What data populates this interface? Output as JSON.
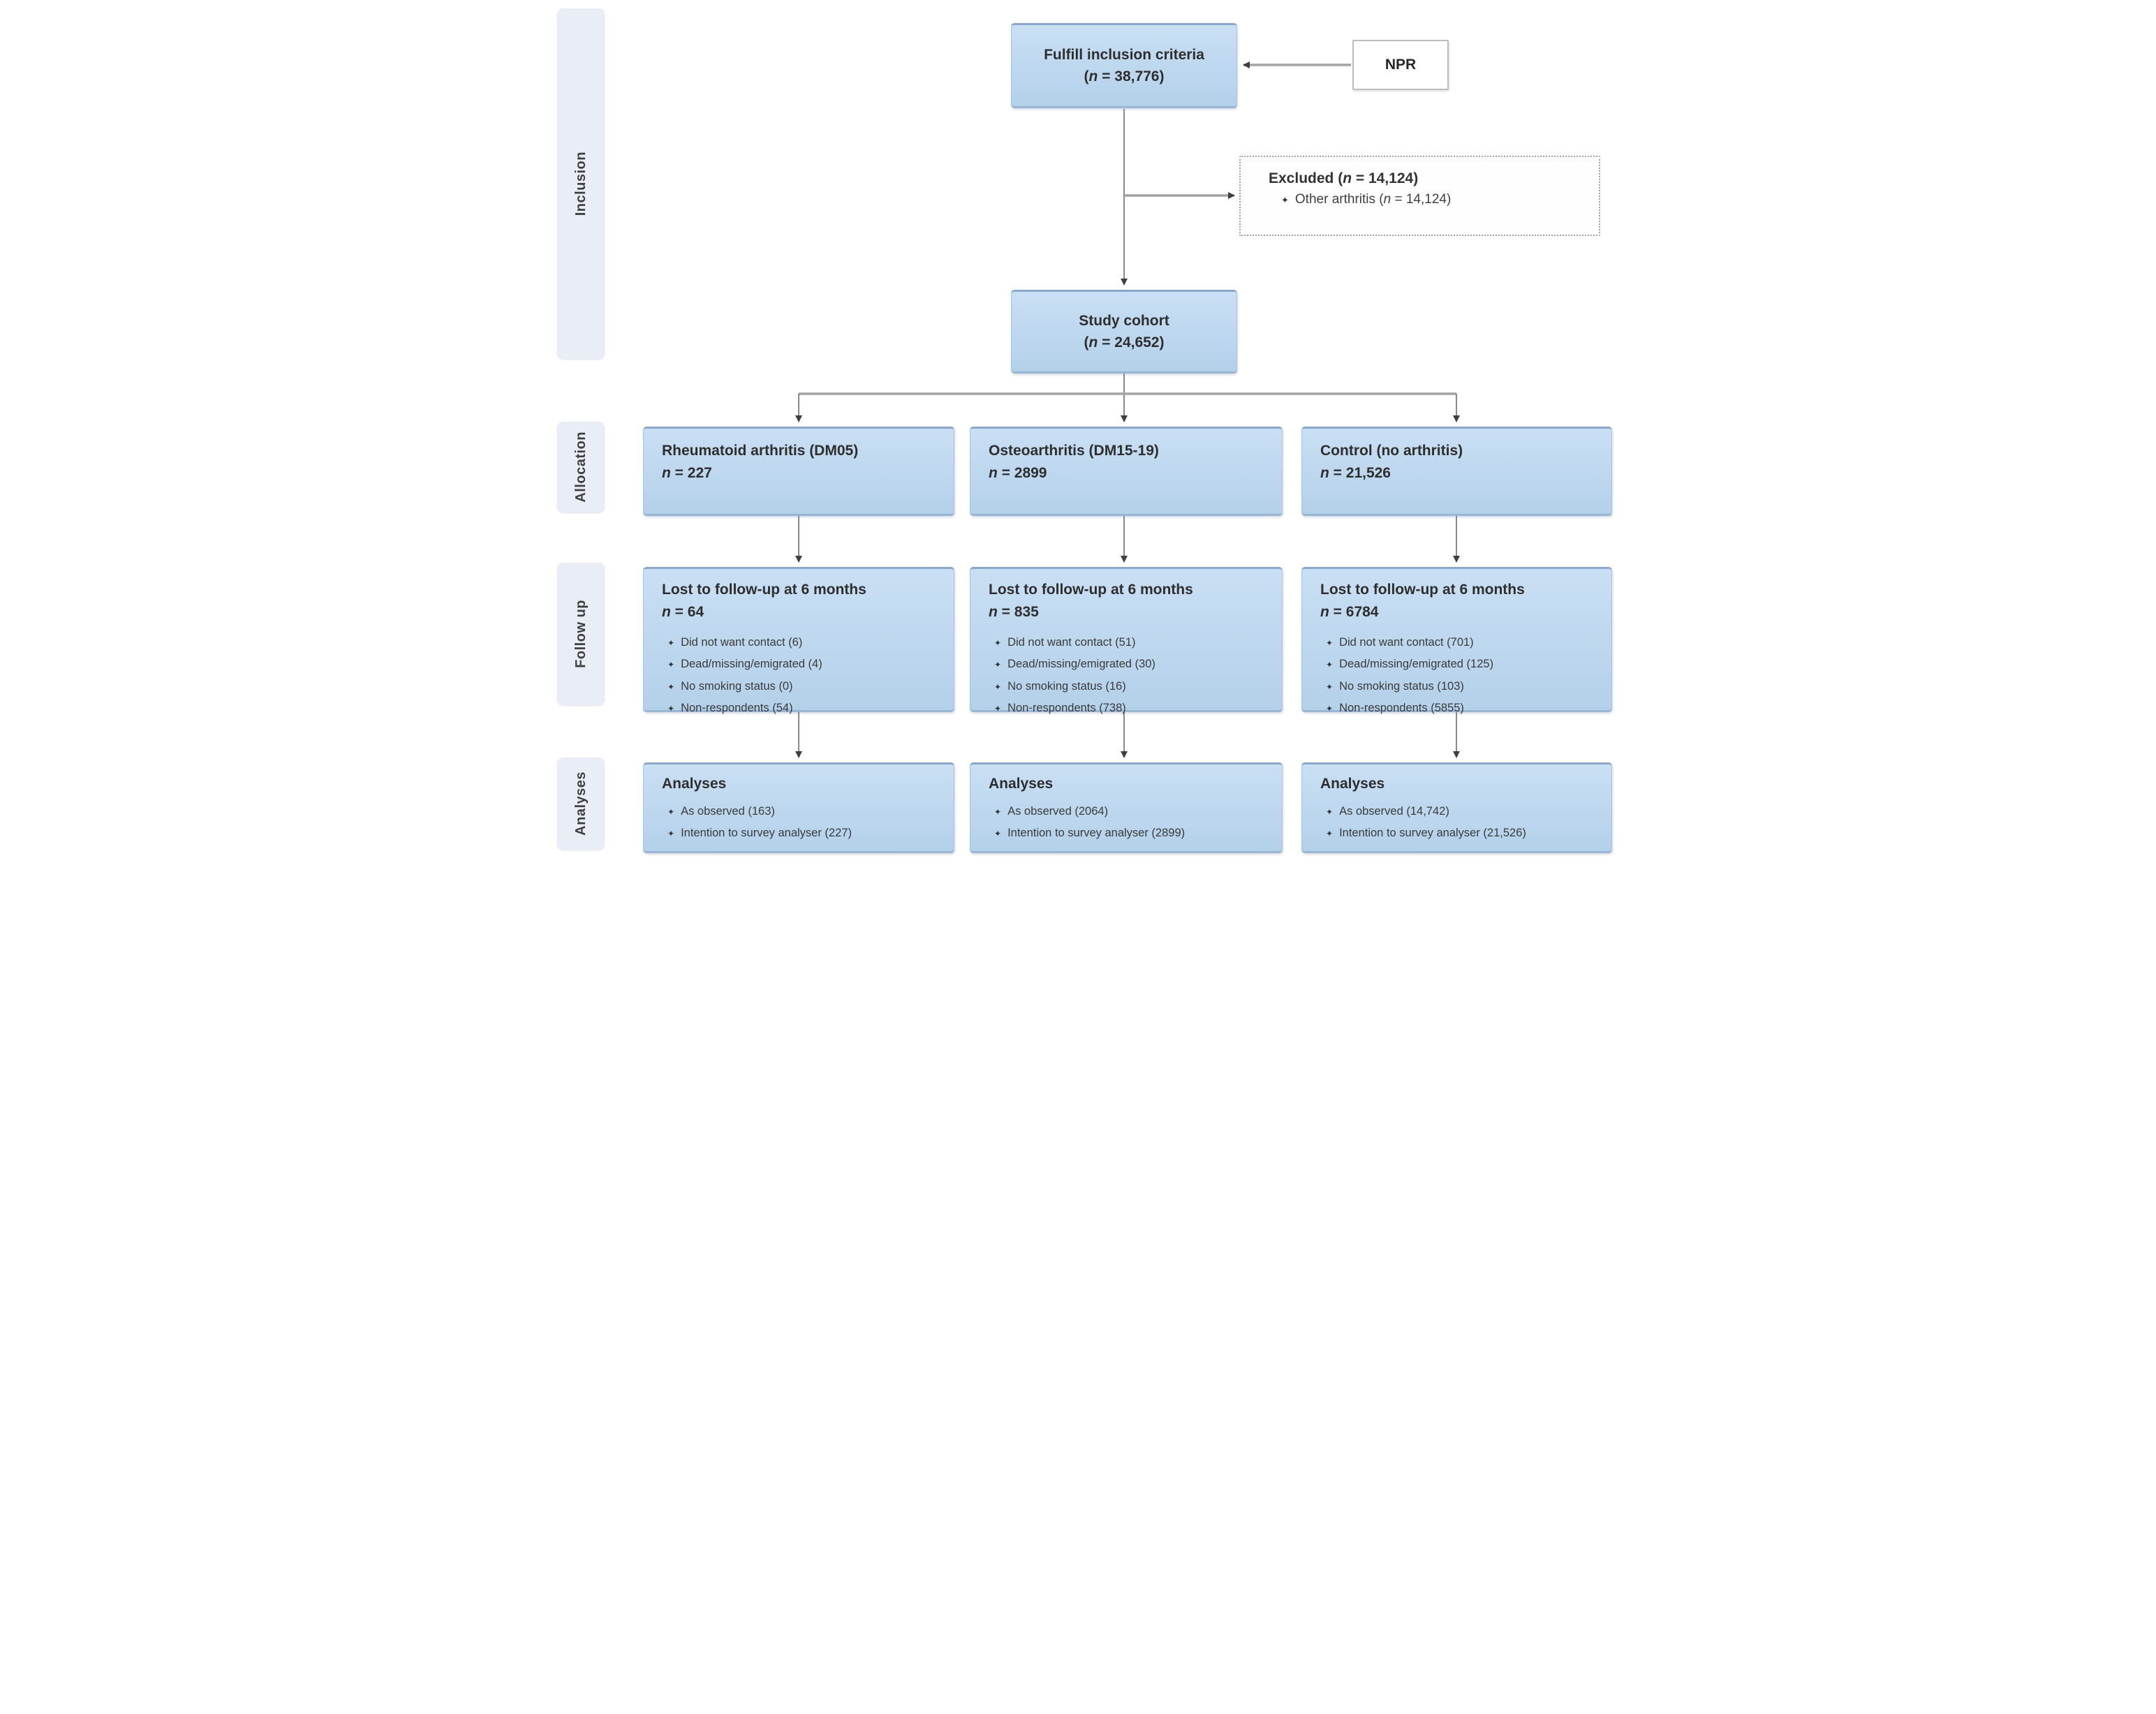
{
  "sidebar": {
    "items": [
      {
        "label": "Inclusion"
      },
      {
        "label": "Allocation"
      },
      {
        "label": "Follow up"
      },
      {
        "label": "Analyses"
      }
    ]
  },
  "glyphs": {
    "bullet": "✦"
  },
  "colors": {
    "box_fill": "#BDD7EE",
    "box_border_top": "#8CA6C9",
    "sidebar_fill": "#E9EDF6",
    "thin_line": "#595959",
    "thick_line": "#A3A3A3",
    "arrowhead": "#3F3F3F",
    "text_dark": "#2E2E2E"
  },
  "top": {
    "fulfill": {
      "title": "Fulfill inclusion criteria",
      "n_line": "(n =  38,776)"
    },
    "npr": {
      "label": "NPR"
    },
    "excluded": {
      "title": "Excluded (n = 14,124)",
      "items": [
        "Other arthritis (n = 14,124)"
      ]
    },
    "cohort": {
      "title": "Study cohort",
      "n_line": "(n = 24,652)"
    }
  },
  "columns": [
    {
      "allocation": {
        "title": "Rheumatoid arthritis (DM05)",
        "n_line": "n = 227"
      },
      "followup": {
        "title": "Lost to follow-up at 6 months",
        "n_line": "n = 64",
        "items": [
          "Did not want contact (6)",
          "Dead/missing/emigrated (4)",
          "No smoking status (0)",
          "Non-respondents (54)"
        ]
      },
      "analyses": {
        "title": "Analyses",
        "items": [
          "As observed (163)",
          "Intention to survey analyser (227)"
        ]
      }
    },
    {
      "allocation": {
        "title": "Osteoarthritis (DM15-19)",
        "n_line": "n = 2899"
      },
      "followup": {
        "title": "Lost to follow-up at 6 months",
        "n_line": "n = 835",
        "items": [
          "Did not want contact (51)",
          "Dead/missing/emigrated (30)",
          "No smoking status (16)",
          "Non-respondents (738)"
        ]
      },
      "analyses": {
        "title": "Analyses",
        "items": [
          "As observed (2064)",
          "Intention to survey analyser (2899)"
        ]
      }
    },
    {
      "allocation": {
        "title": "Control (no arthritis)",
        "n_line": "n = 21,526"
      },
      "followup": {
        "title": "Lost to follow-up at 6 months",
        "n_line": "n = 6784",
        "items": [
          "Did not want contact (701)",
          "Dead/missing/emigrated (125)",
          "No smoking status (103)",
          "Non-respondents (5855)"
        ]
      },
      "analyses": {
        "title": "Analyses",
        "items": [
          "As observed (14,742)",
          "Intention to survey analyser (21,526)"
        ]
      }
    }
  ]
}
